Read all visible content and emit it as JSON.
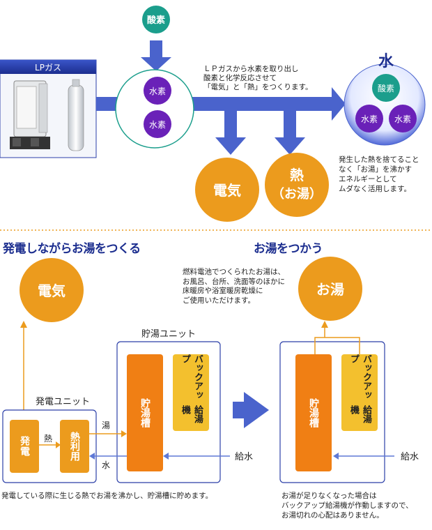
{
  "top": {
    "lp_gas_label": "LPガス",
    "oxygen": "酸素",
    "hydrogen": "水素",
    "process_note": "ＬＰガスから水素を取り出し\n酸素と化学反応させて\n「電気」と「熱」をつくります。",
    "water_title": "水",
    "electricity": "電気",
    "heat_line1": "熱",
    "heat_line2": "（お湯）",
    "waste_heat_note": "発生した熱を捨てること\nなく「お湯」を沸かす\nエネルギーとして\nムダなく活用します。"
  },
  "left": {
    "heading": "発電しながらお湯をつくる",
    "electricity": "電気",
    "storage_unit_label": "貯湯ユニット",
    "power_unit_label": "発電ユニット",
    "power_gen": "発電",
    "heat": "熱",
    "heat_use": "熱利用",
    "hot_water": "湯",
    "water": "水",
    "tank": "貯湯槽",
    "backup": "バックアップ",
    "heater": "給湯機",
    "supply_water": "給水",
    "caption": "発電している際に生じる熱でお湯を沸かし、貯湯槽に貯めます。"
  },
  "right": {
    "heading": "お湯をつかう",
    "usage_note": "燃料電池でつくられたお湯は、\nお風呂、台所、洗面等のほかに\n床暖房や浴室暖房乾燥に\nご使用いただけます。",
    "hot_water": "お湯",
    "tank": "貯湯槽",
    "backup": "バックアップ",
    "heater": "給湯機",
    "supply_water": "給水",
    "caption": "お湯が足りなくなった場合は\nバックアップ給湯機が作動しますので、\nお湯切れの心配はありません。"
  },
  "colors": {
    "blue_arrow": "#4a63cc",
    "navy": "#1c2e8f",
    "orange_circle": "#ec9b1d",
    "orange_box": "#f07f14",
    "yellow_box": "#f3c02e",
    "teal": "#1b9e8c",
    "purple": "#6a21b8"
  }
}
